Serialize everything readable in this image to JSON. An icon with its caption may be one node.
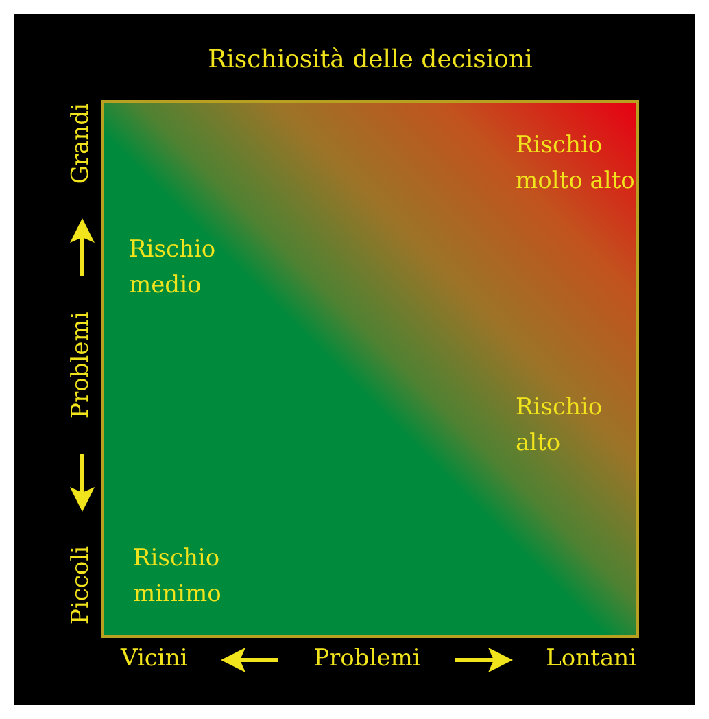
{
  "diagram": {
    "title": "Rischiosità delle decisioni",
    "labels": [
      "Rischio molto alto",
      "Rischio medio",
      "Rischio alto",
      "Rischio minimo",
      "Grandi",
      "Problemi",
      "Piccoli",
      "Vicini",
      "Problemi",
      "Lontani"
    ]
  }
}
